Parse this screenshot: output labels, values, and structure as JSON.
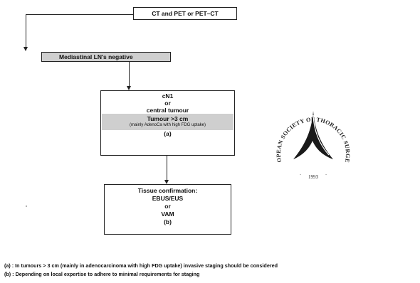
{
  "flow": {
    "top_box": "CT and PET or PET–CT",
    "ln_negative": "Mediastinal LN's negative",
    "middle_box": {
      "line1": "cN1",
      "line2": "or",
      "line3": "central tumour",
      "line4": "Tumour >3 cm",
      "line5": "(mainly AdenoCa with high FDG uptake)",
      "ref": "(a)"
    },
    "bottom_box": {
      "line1": "Tissue confirmation:",
      "line2": "EBUS/EUS",
      "line3": "or",
      "line4": "VAM",
      "ref": "(b)"
    }
  },
  "seal": {
    "text": "EUROPEAN SOCIETY OF THORACIC SURGEONS",
    "year": "1993"
  },
  "footnotes": {
    "a": "(a) : In tumours > 3 cm (mainly in adenocarcinoma with high FDG uptake) invasive staging should be considered",
    "b": "(b) : Depending on local expertise to adhere to minimal requirements for staging"
  }
}
